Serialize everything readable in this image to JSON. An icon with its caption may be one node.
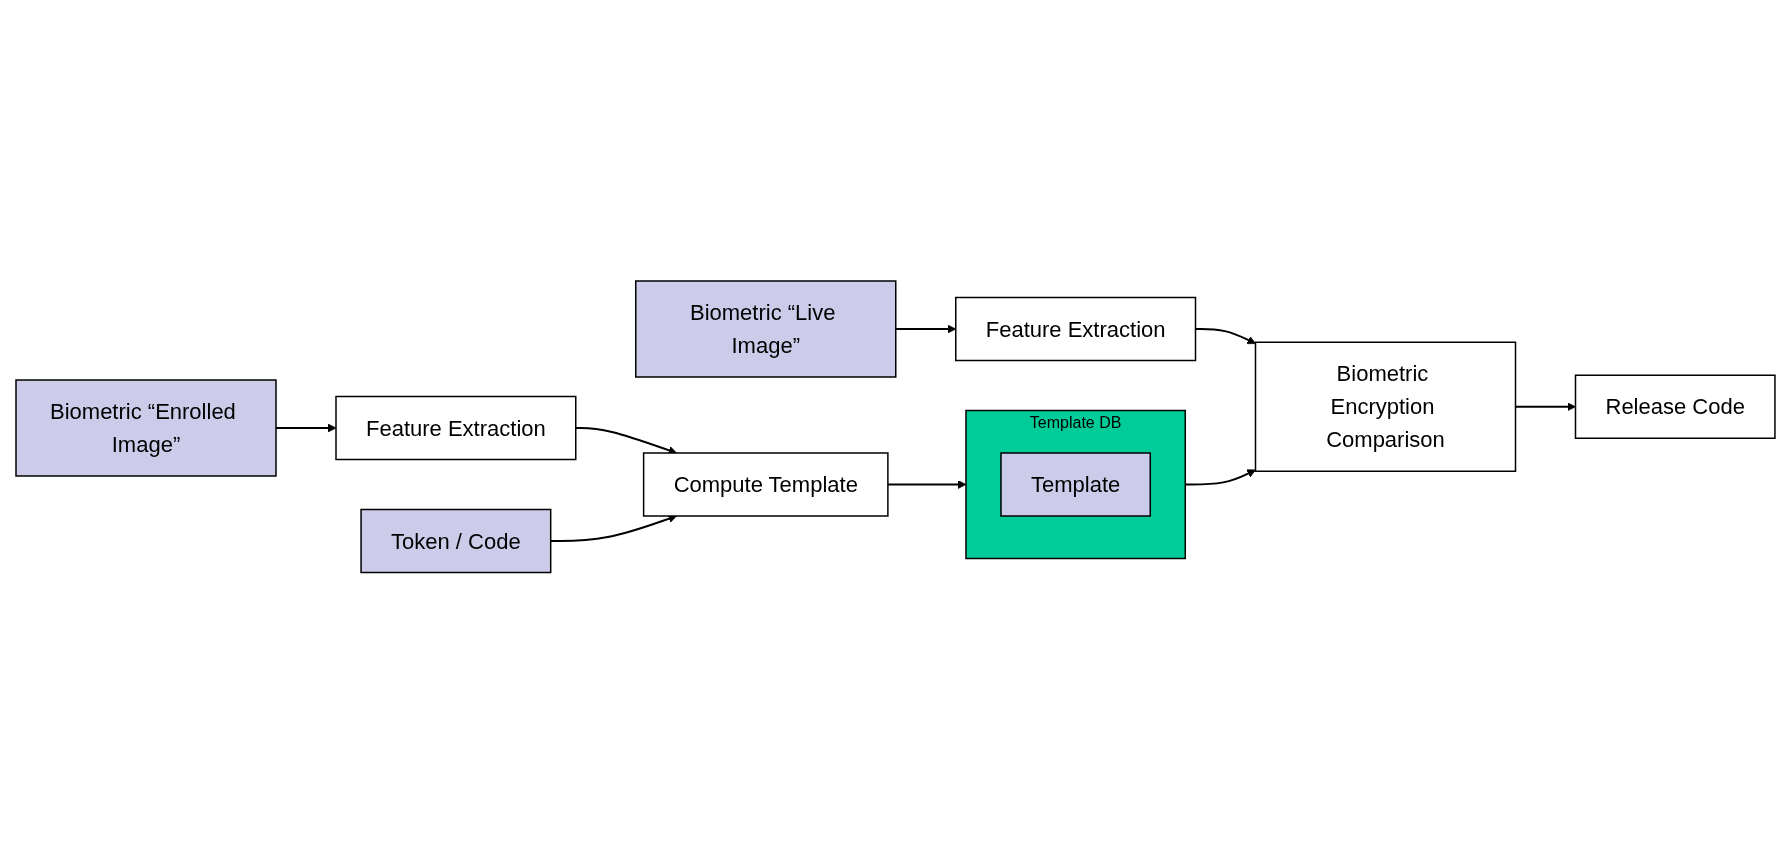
{
  "diagram": {
    "nodes": [
      {
        "text": [
          "Biometric “Enrolled Image”"
        ]
      },
      {
        "text": [
          "Feature Extraction"
        ]
      },
      {
        "text": [
          "Compute Template"
        ]
      },
      {
        "text": [
          "Template DB"
        ]
      },
      {
        "text": [
          "Template"
        ],
        "in": 3
      },
      {
        "text": [
          "Token / Code"
        ]
      },
      {
        "text": [
          "Biometric “Live Image”"
        ]
      },
      {
        "text": [
          "Feature Extraction"
        ]
      },
      {
        "text": [
          "Biometric Encryption Comparison"
        ]
      },
      {
        "text": [
          "Release Code"
        ]
      }
    ],
    "edges": [
      {
        "from": 0,
        "to": 1,
        "arrow": "to"
      },
      {
        "from": 1,
        "to": 2,
        "arrow": "to"
      },
      {
        "from": 2,
        "to": 3,
        "arrow": "to"
      },
      {
        "from": 5,
        "to": 2,
        "arrow": "to"
      },
      {
        "from": 3,
        "to": 8,
        "arrow": "to"
      },
      {
        "from": 6,
        "to": 7,
        "arrow": "to"
      },
      {
        "from": 7,
        "to": 8,
        "arrow": "to"
      },
      {
        "from": 8,
        "to": 9,
        "arrow": "to"
      }
    ]
  }
}
